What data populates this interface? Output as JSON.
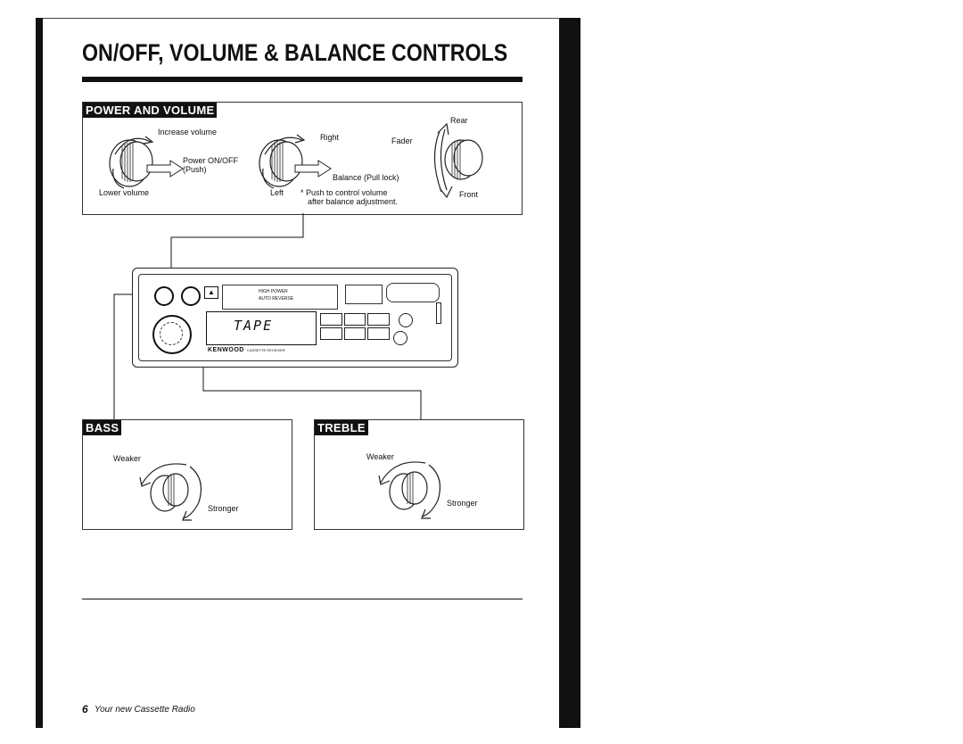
{
  "page": {
    "title": "ON/OFF, VOLUME & BALANCE CONTROLS",
    "page_number": "6",
    "footer_text": "Your new Cassette Radio"
  },
  "power_volume": {
    "tag": "POWER AND VOLUME",
    "increase_volume": "Increase volume",
    "lower_volume": "Lower volume",
    "power_onoff": "Power ON/OFF",
    "push": "(Push)",
    "right": "Right",
    "left": "Left",
    "balance": "Balance (Pull lock)",
    "note_line1": "* Push to control volume",
    "note_line2": "after balance adjustment.",
    "fader": "Fader",
    "rear": "Rear",
    "front": "Front"
  },
  "radio": {
    "brand": "KENWOOD",
    "model_text": "CASSETTE RECEIVER",
    "display_text": "TAPE",
    "high_power": "HIGH POWER",
    "auto_reverse": "AUTO REVERSE"
  },
  "bass": {
    "tag": "BASS",
    "weaker": "Weaker",
    "stronger": "Stronger"
  },
  "treble": {
    "tag": "TREBLE",
    "weaker": "Weaker",
    "stronger": "Stronger"
  }
}
